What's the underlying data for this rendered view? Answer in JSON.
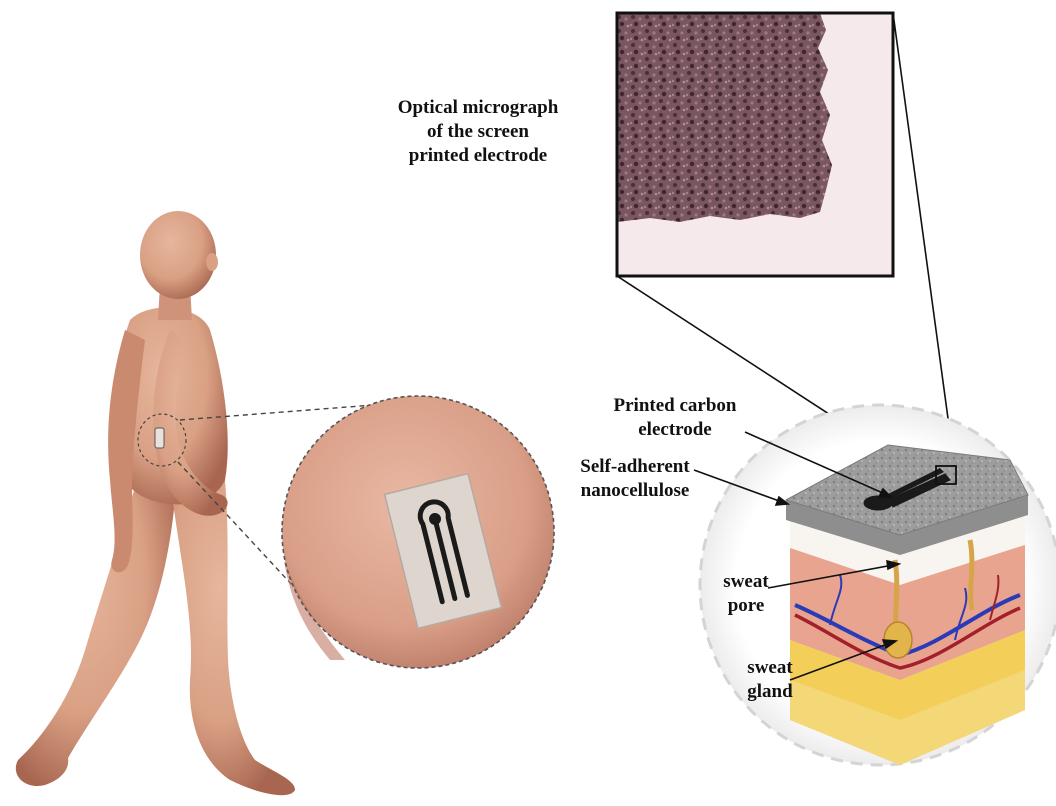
{
  "labels": {
    "micrograph": [
      "Optical micrograph",
      "of the screen",
      "printed electrode"
    ],
    "printed_electrode": [
      "Printed carbon",
      "electrode"
    ],
    "nanocellulose": [
      "Self-adherent",
      "nanocellulose"
    ],
    "sweat_pore": [
      "sweat",
      "pore"
    ],
    "sweat_gland": [
      "sweat",
      "gland"
    ]
  },
  "colors": {
    "skin": "#d9a084",
    "skin_dark": "#b87459",
    "electrode_ink": "#1a1a1a",
    "cellulose": "#9a9a9a",
    "micrograph_bg": "#f3e6ea",
    "micrograph_texture": "#6b4850",
    "dashed_ring": "#d4d4d4",
    "vein": "#2b3bb8",
    "artery": "#a3202a",
    "fat_layer": "#f3cf5a"
  },
  "icons": {
    "figure": "walking-man-figure",
    "zoom": "magnified-skin-circle",
    "cube": "skin-layers-cube"
  }
}
